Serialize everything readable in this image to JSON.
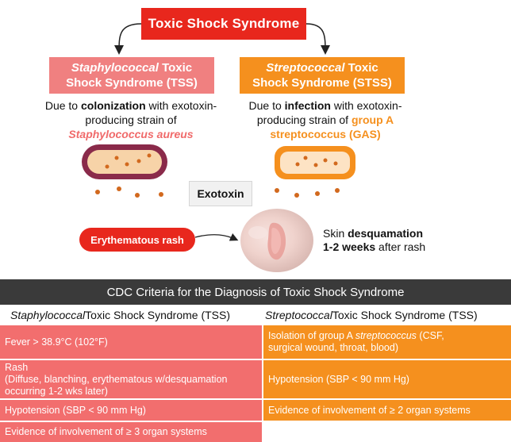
{
  "title": "Toxic Shock Syndrome",
  "tss": {
    "heading_line1_italic": "Staphylococcal",
    "heading_line1_rest": " Toxic",
    "heading_line2": "Shock Syndrome (TSS)",
    "desc_pre": "Due to ",
    "desc_bold": "colonization",
    "desc_mid": " with exotoxin-producing strain of",
    "desc_org": "Staphylococcus aureus"
  },
  "stss": {
    "heading_line1_italic": "Streptococcal",
    "heading_line1_rest": " Toxic",
    "heading_line2": "Shock Syndrome (STSS)",
    "desc_pre": "Due to ",
    "desc_bold": "infection",
    "desc_mid": " with exotoxin-producing strain of ",
    "desc_org": "group A streptococcus (GAS)"
  },
  "exotoxin_label": "Exotoxin",
  "rash_label": "Erythematous rash",
  "desquamation": {
    "pre": "Skin ",
    "bold1": "desquamation",
    "bold2": "1-2 weeks",
    "post": " after rash"
  },
  "cdc": {
    "title": "CDC Criteria for the Diagnosis of Toxic Shock Syndrome",
    "left_header_italic": "Staphylococcal",
    "left_header_rest": " Toxic Shock Syndrome (TSS)",
    "right_header_italic": "Streptococcal",
    "right_header_rest": " Toxic Shock Syndrome (TSS)",
    "left_rows": [
      "Fever > 38.9°C (102°F)",
      "Rash",
      "(Diffuse, blanching, erythematous w/desquamation",
      "occurring 1-2 wks later)",
      "Hypotension (SBP < 90 mm Hg)",
      "Evidence of involvement of ≥ 3 organ systems"
    ],
    "right_rows": [
      "Isolation of group A ",
      "streptococcus",
      " (CSF,",
      "surgical wound, throat, blood)",
      "Hypotension (SBP < 90 mm Hg)",
      "Evidence of involvement of ≥ 2 organ systems"
    ]
  },
  "colors": {
    "title_red": "#e8271d",
    "tss_pink": "#f08080",
    "stss_orange": "#f5901e",
    "table_dark": "#3a3a3a"
  }
}
